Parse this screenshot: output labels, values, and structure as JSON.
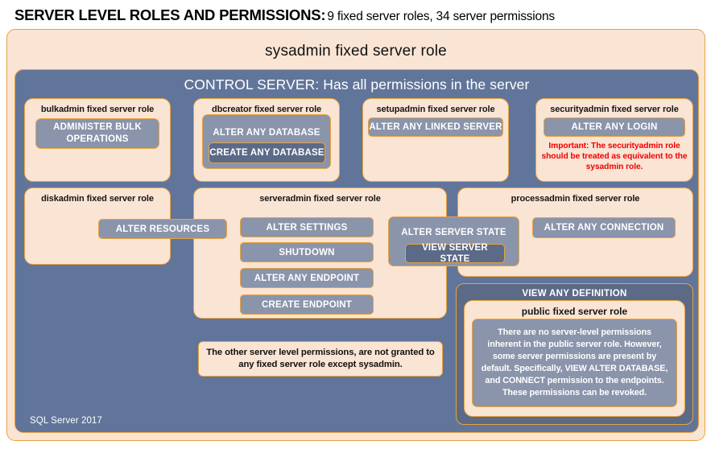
{
  "title": {
    "main": "SERVER LEVEL ROLES AND PERMISSIONS:",
    "subtitle": "9 fixed server roles, 34 server permissions"
  },
  "banners": {
    "sysadmin": "sysadmin fixed server role",
    "control_server": "CONTROL SERVER: Has all permissions in the server"
  },
  "footer": {
    "product": "SQL Server 2017"
  },
  "roles": {
    "bulkadmin": {
      "title": "bulkadmin fixed server role",
      "permission": "ADMINISTER  BULK OPERATIONS"
    },
    "dbcreator": {
      "title": "dbcreator fixed server role",
      "permission_outer": "ALTER ANY DATABASE",
      "permission_inner": "CREATE  ANY DATABASE"
    },
    "setupadmin": {
      "title": "setupadmin fixed server role",
      "permission": "ALTER ANY LINKED SERVER"
    },
    "securityadmin": {
      "title": "securityadmin fixed server role",
      "permission": "ALTER ANY LOGIN",
      "warning": "Important:  The securityadmin role should  be treated as equivalent to the sysadmin role."
    },
    "diskadmin": {
      "title": "diskadmin fixed server role",
      "permission": "ALTER RESOURCES"
    },
    "serveradmin": {
      "title": "serveradmin fixed server role",
      "permissions": [
        "ALTER SETTINGS",
        "SHUTDOWN",
        "ALTER ANY ENDPOINT",
        "CREATE  ENDPOINT"
      ],
      "permission_state_outer": "ALTER SERVER STATE",
      "permission_state_inner": "VIEW SERVER STATE"
    },
    "processadmin": {
      "title": "processadmin fixed server role",
      "permission": "ALTER ANY CONNECTION"
    },
    "public": {
      "header_permission": "VIEW ANY DEFINITION",
      "title": "public fixed server role",
      "body": "There are no server-level permissions inherent in the public server role. However, some server permissions are present by default. Specifically, VIEW ALTER DATABASE, and CONNECT permission to the endpoints. These permissions can be revoked."
    }
  },
  "notes": {
    "other_permissions": "The other server level permissions, are not granted to any fixed server role except sysadmin."
  },
  "colors": {
    "peach": "#fae4d4",
    "slate": "#61759a",
    "permission": "#8a94ab",
    "permission_dark": "#5b6a87",
    "border_gold": "#e8a33d",
    "warning_red": "#f00000"
  }
}
